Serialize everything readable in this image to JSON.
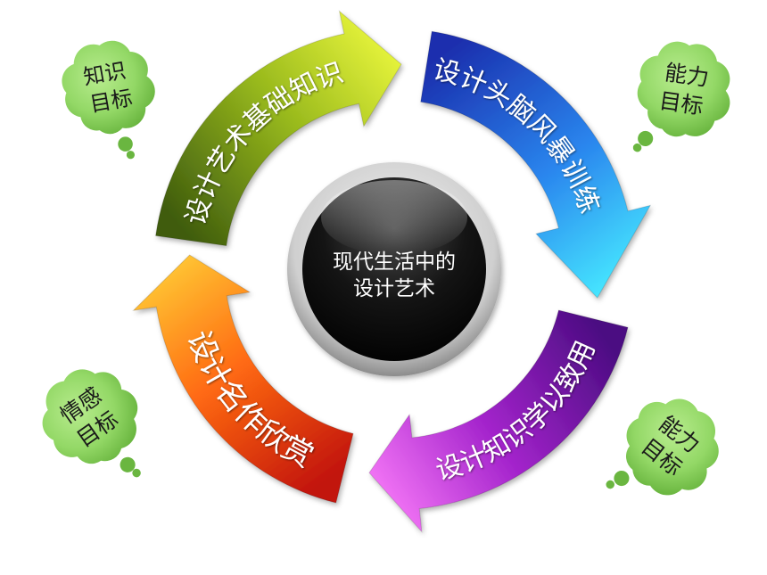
{
  "center": {
    "line1": "现代生活中的",
    "line2": "设计艺术"
  },
  "arrows": [
    {
      "label": "设计艺术基础知识",
      "colors": [
        "#3f5c0e",
        "#97b81c",
        "#e4f23a"
      ]
    },
    {
      "label": "设计头脑风暴训练",
      "colors": [
        "#1b2fae",
        "#2a86ee",
        "#46e6ff"
      ]
    },
    {
      "label": "设计知识学以致用",
      "colors": [
        "#4b0c82",
        "#a424cc",
        "#f072f4"
      ]
    },
    {
      "label": "设计名作欣赏",
      "colors": [
        "#c2140e",
        "#ff6a12",
        "#ffc232"
      ]
    }
  ],
  "clouds": [
    {
      "line1": "知识",
      "line2": "目标"
    },
    {
      "line1": "能力",
      "line2": "目标"
    },
    {
      "line1": "情感",
      "line2": "目标"
    },
    {
      "line1": "能力",
      "line2": "目标"
    }
  ],
  "colors": {
    "cloud_light": "#b8ec8e",
    "cloud_mid": "#93d866",
    "cloud_dark": "#6ab640",
    "cloud_text": "#1a1a1a",
    "arrow_label": "#ffffff",
    "center_text": "#ffffff"
  }
}
